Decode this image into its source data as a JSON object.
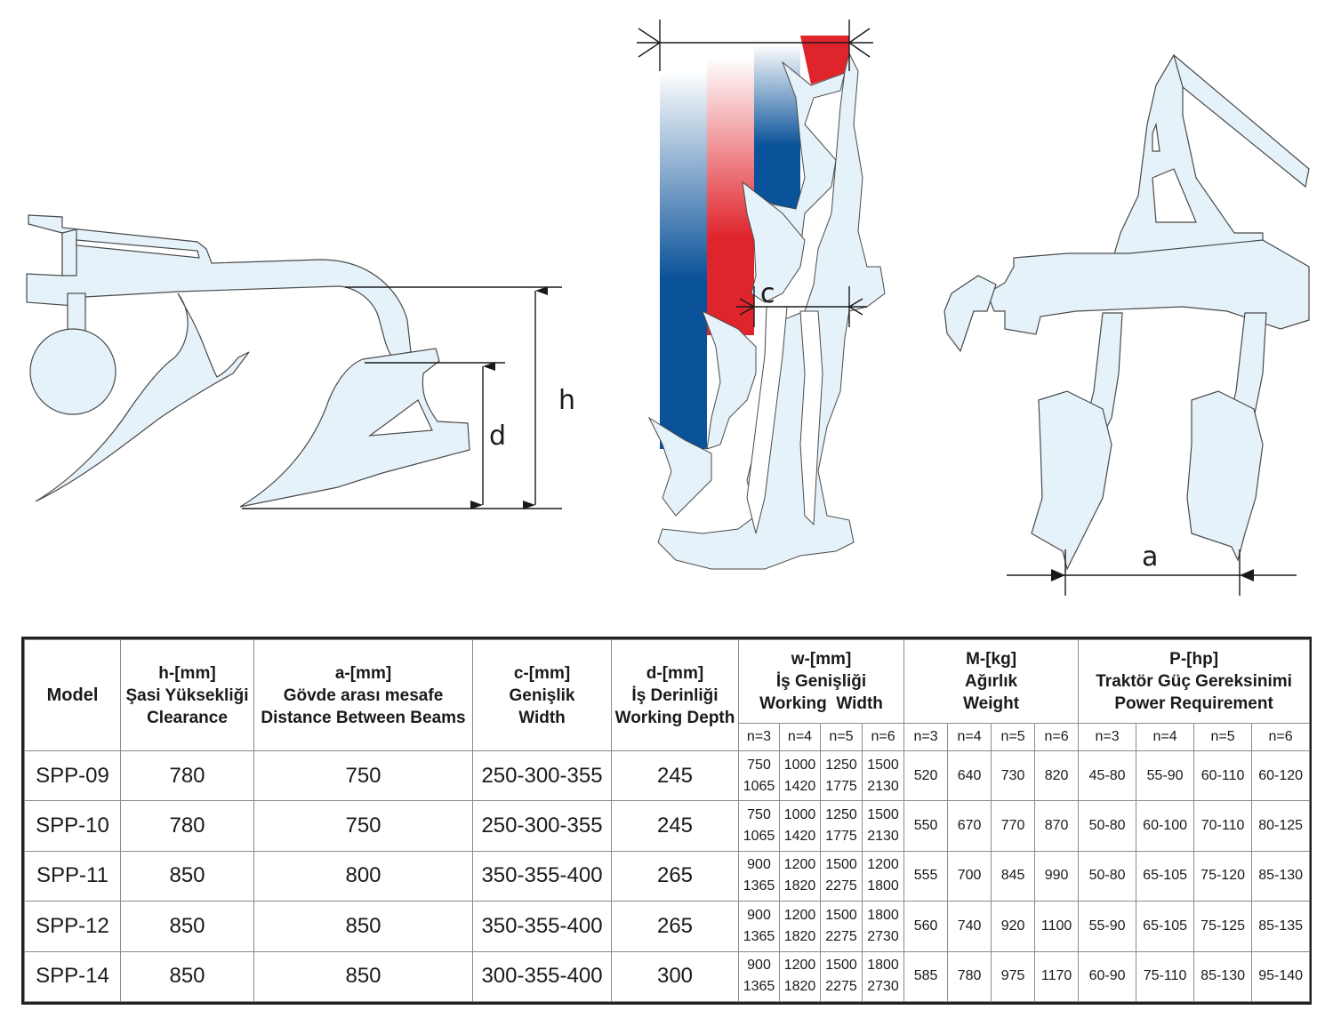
{
  "diagram_labels": {
    "h": "h",
    "d": "d",
    "c": "c",
    "a": "a"
  },
  "colors": {
    "red": "#e0242c",
    "blue": "#0a5299",
    "silhouette": "#e6f2fa",
    "outline": "#4a4a4a"
  },
  "table": {
    "headers": {
      "model": "Model",
      "h": [
        "h-[mm]",
        "Şasi Yüksekliği",
        "Clearance"
      ],
      "a": [
        "a-[mm]",
        "Gövde arası mesafe",
        "Distance Between Beams"
      ],
      "c": [
        "c-[mm]",
        "Genişlik",
        "Width"
      ],
      "d": [
        "d-[mm]",
        "İş Derinliği",
        "Working Depth"
      ],
      "w": [
        "w-[mm]",
        "İş Genişliği",
        "Working  Width"
      ],
      "m": [
        "M-[kg]",
        "Ağırlık",
        "Weight"
      ],
      "p": [
        "P-[hp]",
        "Traktör Güç Gereksinimi",
        "Power Requirement"
      ]
    },
    "subheaders": [
      "n=3",
      "n=4",
      "n=5",
      "n=6"
    ],
    "rows": [
      {
        "model": "SPP-09",
        "h": "780",
        "a": "750",
        "c": "250-300-355",
        "d": "245",
        "w": [
          [
            "750",
            "1065"
          ],
          [
            "1000",
            "1420"
          ],
          [
            "1250",
            "1775"
          ],
          [
            "1500",
            "2130"
          ]
        ],
        "m": [
          "520",
          "640",
          "730",
          "820"
        ],
        "p": [
          "45-80",
          "55-90",
          "60-110",
          "60-120"
        ]
      },
      {
        "model": "SPP-10",
        "h": "780",
        "a": "750",
        "c": "250-300-355",
        "d": "245",
        "w": [
          [
            "750",
            "1065"
          ],
          [
            "1000",
            "1420"
          ],
          [
            "1250",
            "1775"
          ],
          [
            "1500",
            "2130"
          ]
        ],
        "m": [
          "550",
          "670",
          "770",
          "870"
        ],
        "p": [
          "50-80",
          "60-100",
          "70-110",
          "80-125"
        ]
      },
      {
        "model": "SPP-11",
        "h": "850",
        "a": "800",
        "c": "350-355-400",
        "d": "265",
        "w": [
          [
            "900",
            "1365"
          ],
          [
            "1200",
            "1820"
          ],
          [
            "1500",
            "2275"
          ],
          [
            "1200",
            "1800"
          ]
        ],
        "m": [
          "555",
          "700",
          "845",
          "990"
        ],
        "p": [
          "50-80",
          "65-105",
          "75-120",
          "85-130"
        ]
      },
      {
        "model": "SPP-12",
        "h": "850",
        "a": "850",
        "c": "350-355-400",
        "d": "265",
        "w": [
          [
            "900",
            "1365"
          ],
          [
            "1200",
            "1820"
          ],
          [
            "1500",
            "2275"
          ],
          [
            "1800",
            "2730"
          ]
        ],
        "m": [
          "560",
          "740",
          "920",
          "1100"
        ],
        "p": [
          "55-90",
          "65-105",
          "75-125",
          "85-135"
        ]
      },
      {
        "model": "SPP-14",
        "h": "850",
        "a": "850",
        "c": "300-355-400",
        "d": "300",
        "w": [
          [
            "900",
            "1365"
          ],
          [
            "1200",
            "1820"
          ],
          [
            "1500",
            "2275"
          ],
          [
            "1800",
            "2730"
          ]
        ],
        "m": [
          "585",
          "780",
          "975",
          "1170"
        ],
        "p": [
          "60-90",
          "75-110",
          "85-130",
          "95-140"
        ]
      }
    ]
  }
}
